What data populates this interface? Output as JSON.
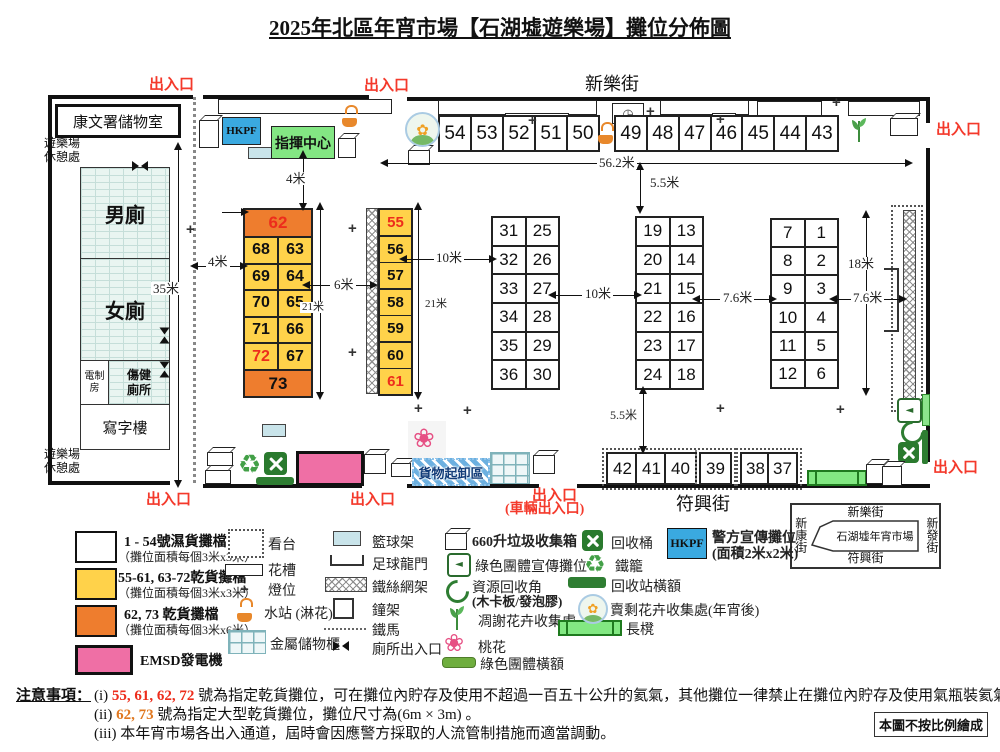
{
  "title": "2025年北區年宵市場【石湖墟遊樂場】攤位分佈圖",
  "map": {
    "street_top": "新樂街",
    "street_bottom": "符興街",
    "entrance": "出入口",
    "vehicle_entrance": "(車輛出入口)",
    "storage_room": "康文署儲物室",
    "rest_area": "遊樂場休憩處",
    "male_toilet": "男廁",
    "female_toilet": "女廁",
    "electric_room": "電制房",
    "accessible_toilet": "傷健廁所",
    "office": "寫字樓",
    "hkpf_badge": "HKPF",
    "command_center": "指揮中心",
    "loading_zone": "貨物起卸區"
  },
  "measure": {
    "m4": "4米",
    "m6": "6米",
    "m10": "10米",
    "m18": "18米",
    "m21": "21米",
    "m35": "35米",
    "m55": "5.5米",
    "m562": "56.2米",
    "m76": "7.6米"
  },
  "stalls": {
    "top": [
      "54",
      "53",
      "52",
      "51",
      "50",
      "49",
      "48",
      "47",
      "46",
      "45",
      "44",
      "43"
    ],
    "bottom": [
      "42",
      "41",
      "40",
      "39",
      "38",
      "37"
    ],
    "block62": {
      "head": "62",
      "rows": [
        [
          "68",
          "63"
        ],
        [
          "69",
          "64"
        ],
        [
          "70",
          "65"
        ],
        [
          "71",
          "66"
        ],
        [
          "72",
          "67"
        ]
      ],
      "foot": "73"
    },
    "col55": [
      "55",
      "56",
      "57",
      "58",
      "59",
      "60",
      "61"
    ],
    "groupA": [
      [
        "31",
        "25"
      ],
      [
        "32",
        "26"
      ],
      [
        "33",
        "27"
      ],
      [
        "34",
        "28"
      ],
      [
        "35",
        "29"
      ],
      [
        "36",
        "30"
      ]
    ],
    "groupB": [
      [
        "19",
        "13"
      ],
      [
        "20",
        "14"
      ],
      [
        "21",
        "15"
      ],
      [
        "22",
        "16"
      ],
      [
        "23",
        "17"
      ],
      [
        "24",
        "18"
      ]
    ],
    "groupC": [
      [
        "7",
        "1"
      ],
      [
        "8",
        "2"
      ],
      [
        "9",
        "3"
      ],
      [
        "10",
        "4"
      ],
      [
        "11",
        "5"
      ],
      [
        "12",
        "6"
      ]
    ]
  },
  "inset": {
    "top": "新樂街",
    "left": "新康街",
    "right": "新發街",
    "center": "石湖墟年宵市場",
    "bottom": "符興街"
  },
  "legend": {
    "types": [
      {
        "label": "1 - 54號濕貨攤檔",
        "sub": "（攤位面積每個3米x3米）"
      },
      {
        "label": "55-61, 63-72乾貨攤檔",
        "sub": "（攤位面積每個3米x3米）"
      },
      {
        "label": "62, 73 乾貨攤檔",
        "sub": "（攤位面積每個3米x6米）"
      },
      {
        "label": "EMSD發電機"
      }
    ],
    "facilities": [
      "看台",
      "花槽",
      "燈位",
      "水站 (淋花)",
      "金屬儲物櫃"
    ],
    "structures": [
      "籃球架",
      "足球龍門",
      "鐵絲網架",
      "鐘架",
      "鐵馬",
      "廁所出入口"
    ],
    "green": [
      "660升垃圾收集箱",
      "綠色團體宣傳攤位",
      "資源回收角",
      "(木卡板/發泡膠)",
      "凋謝花卉收集處",
      "桃花",
      "綠色團體橫額"
    ],
    "recycling": [
      "回收桶",
      "鐵籠",
      "回收站橫額",
      "賣剩花卉收集處(年宵後)",
      "長櫈"
    ],
    "police": {
      "badge": "HKPF",
      "label": "警方宣傳攤位",
      "sub": "(面積2米x2米)"
    }
  },
  "notes": {
    "heading": "注意事項：",
    "i_prefix": "(i) ",
    "i_highlight": "55, 61, 62, 72",
    "i_text": " 號為指定乾貨攤位，可在攤位內貯存及使用不超過一百五十公升的氦氣，其他攤位一律禁止在攤位內貯存及使用氣瓶裝氦氣;",
    "ii_prefix": "(ii) ",
    "ii_highlight": "62, 73",
    "ii_text": " 號為指定大型乾貨攤位，攤位尺寸為(6m × 3m) 。",
    "iii_text": "(iii) 本年宵市場各出入通道，屆時會因應警方採取的人流管制措施而適當調動。",
    "scale_note": "本圖不按比例繪成"
  },
  "icons": {
    "plus": "+",
    "recycle_triangle": "♻",
    "peach_blossom": "❀",
    "flower": "✿",
    "flag_triangle": "◄",
    "clock": "◷"
  },
  "colors": {
    "wet_stall": "#ffffff",
    "dry_stall_yellow": "#ffd24a",
    "dry_stall_orange": "#ee7d2e",
    "emsd_pink": "#ef6fa5",
    "police_blue": "#3aa9e0",
    "command_green": "#83e683",
    "entrance_red": "#f4392b",
    "highlight_red": "#ed2d1c",
    "highlight_orange": "#e07820"
  }
}
